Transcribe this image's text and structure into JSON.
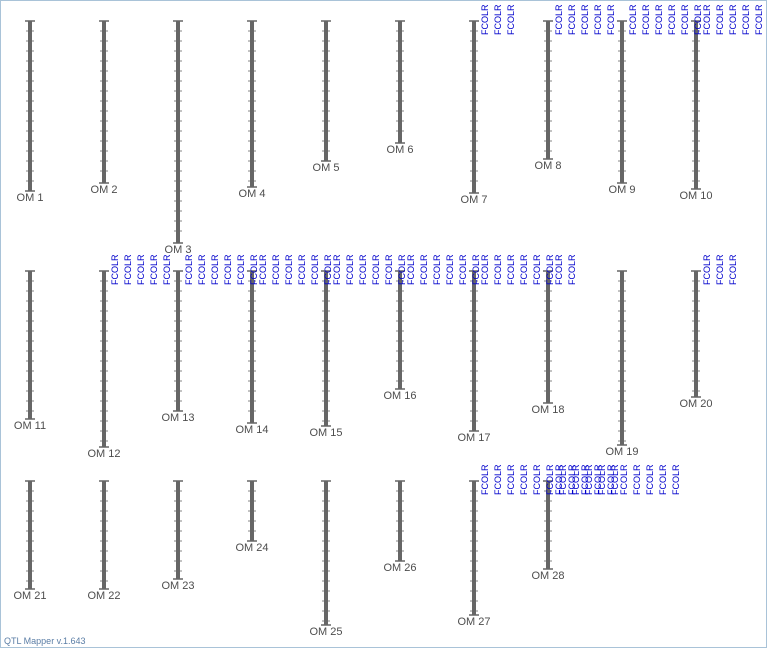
{
  "app": {
    "version_label": "QTL Mapper v.1.643"
  },
  "colors": {
    "chromosome_bar": "#666666",
    "chromosome_label": "#4d4d4d",
    "qtl_label": "#0000cc",
    "frame_border": "#a9c3d8"
  },
  "qtl_label_text": "FCOLR",
  "chromosomes": [
    {
      "name": "OM 1",
      "length": 170,
      "qtl_count": 0
    },
    {
      "name": "OM 2",
      "length": 162,
      "qtl_count": 0
    },
    {
      "name": "OM 3",
      "length": 222,
      "qtl_count": 0
    },
    {
      "name": "OM 4",
      "length": 166,
      "qtl_count": 0
    },
    {
      "name": "OM 5",
      "length": 140,
      "qtl_count": 0
    },
    {
      "name": "OM 6",
      "length": 122,
      "qtl_count": 0
    },
    {
      "name": "OM 7",
      "length": 172,
      "qtl_count": 3
    },
    {
      "name": "OM 8",
      "length": 138,
      "qtl_count": 5
    },
    {
      "name": "OM 9",
      "length": 162,
      "qtl_count": 6
    },
    {
      "name": "OM 10",
      "length": 168,
      "qtl_count": 12
    },
    {
      "name": "OM 11",
      "length": 148,
      "qtl_count": 0
    },
    {
      "name": "OM 12",
      "length": 176,
      "qtl_count": 5
    },
    {
      "name": "OM 13",
      "length": 140,
      "qtl_count": 6
    },
    {
      "name": "OM 14",
      "length": 152,
      "qtl_count": 6
    },
    {
      "name": "OM 15",
      "length": 155,
      "qtl_count": 6
    },
    {
      "name": "OM 16",
      "length": 118,
      "qtl_count": 6
    },
    {
      "name": "OM 17",
      "length": 160,
      "qtl_count": 6
    },
    {
      "name": "OM 18",
      "length": 132,
      "qtl_count": 2
    },
    {
      "name": "OM 19",
      "length": 174,
      "qtl_count": 0
    },
    {
      "name": "OM 20",
      "length": 126,
      "qtl_count": 3
    },
    {
      "name": "OM 21",
      "length": 108,
      "qtl_count": 0
    },
    {
      "name": "OM 22",
      "length": 108,
      "qtl_count": 0
    },
    {
      "name": "OM 23",
      "length": 98,
      "qtl_count": 0
    },
    {
      "name": "OM 24",
      "length": 60,
      "qtl_count": 0
    },
    {
      "name": "OM 25",
      "length": 144,
      "qtl_count": 0
    },
    {
      "name": "OM 26",
      "length": 80,
      "qtl_count": 0
    },
    {
      "name": "OM 27",
      "length": 134,
      "qtl_count": 11
    },
    {
      "name": "OM 28",
      "length": 88,
      "qtl_count": 10
    }
  ]
}
